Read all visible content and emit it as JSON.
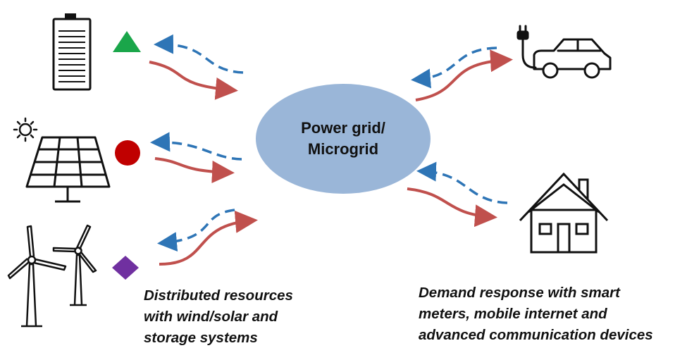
{
  "hub": {
    "line1": "Power grid/",
    "line2": "Microgrid",
    "fill_color": "#9ab6d8"
  },
  "captions": {
    "left": [
      "Distributed resources",
      "with wind/solar and",
      "storage systems"
    ],
    "right": [
      "Demand response with smart",
      "meters, mobile internet and",
      "advanced communication devices"
    ]
  },
  "colors": {
    "supply_arrow": "#c0504d",
    "info_arrow": "#2e75b6",
    "triangle_marker": "#1aa64a",
    "circle_marker": "#c00000",
    "diamond_marker": "#7030a0",
    "icon_stroke": "#111111"
  },
  "icons": [
    "battery-icon",
    "solar-panel-icon",
    "sun-icon",
    "wind-turbine-icon",
    "electric-car-icon",
    "house-icon"
  ]
}
